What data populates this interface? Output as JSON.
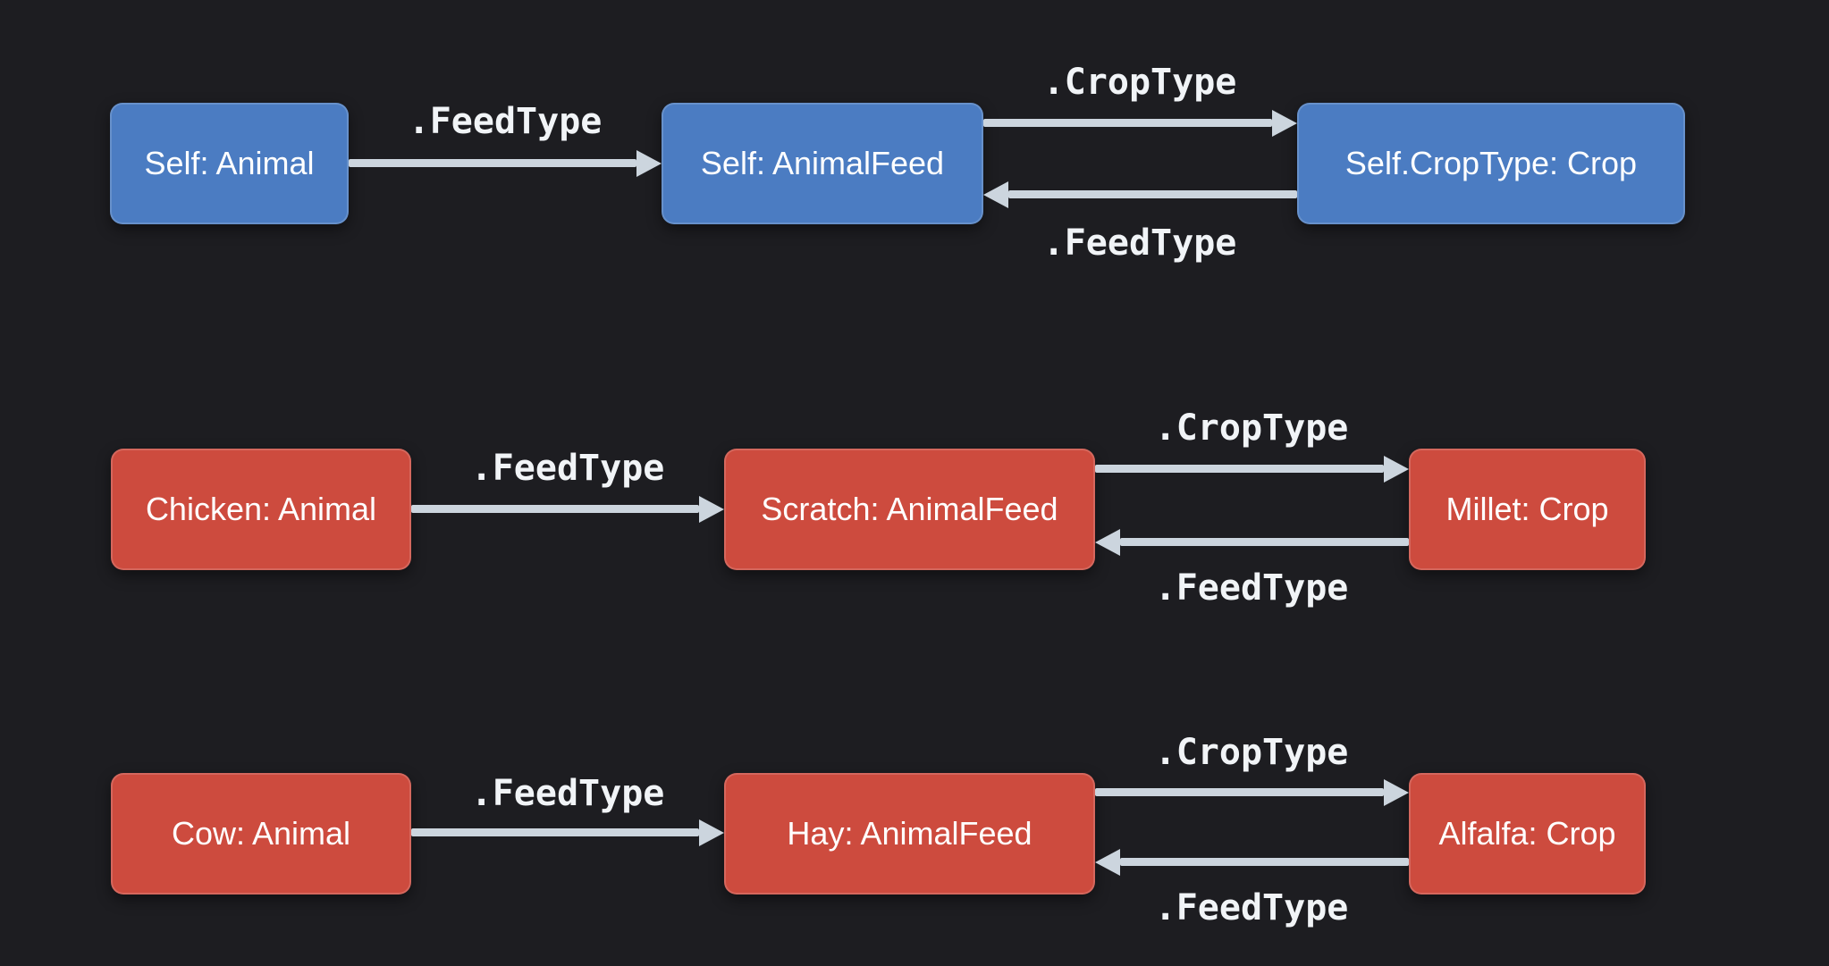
{
  "diagram": {
    "colors": {
      "background": "#1d1d21",
      "generic_node": "#4b7cc2",
      "instance_node": "#cd4b3e",
      "arrow": "#ccd5de",
      "edge_label_text": "#f1f4f7",
      "node_text": "#ffffff"
    },
    "rows": [
      {
        "kind": "generic",
        "nodes": [
          {
            "label": "Self: Animal"
          },
          {
            "label": "Self: AnimalFeed"
          },
          {
            "label": "Self.CropType: Crop"
          }
        ],
        "edges": [
          {
            "label": ".FeedType",
            "direction": "right"
          },
          {
            "label": ".CropType",
            "direction": "right"
          },
          {
            "label": ".FeedType",
            "direction": "left"
          }
        ]
      },
      {
        "kind": "instance",
        "nodes": [
          {
            "label": "Chicken: Animal"
          },
          {
            "label": "Scratch: AnimalFeed"
          },
          {
            "label": "Millet: Crop"
          }
        ],
        "edges": [
          {
            "label": ".FeedType",
            "direction": "right"
          },
          {
            "label": ".CropType",
            "direction": "right"
          },
          {
            "label": ".FeedType",
            "direction": "left"
          }
        ]
      },
      {
        "kind": "instance",
        "nodes": [
          {
            "label": "Cow: Animal"
          },
          {
            "label": "Hay: AnimalFeed"
          },
          {
            "label": "Alfalfa: Crop"
          }
        ],
        "edges": [
          {
            "label": ".FeedType",
            "direction": "right"
          },
          {
            "label": ".CropType",
            "direction": "right"
          },
          {
            "label": ".FeedType",
            "direction": "left"
          }
        ]
      }
    ]
  }
}
